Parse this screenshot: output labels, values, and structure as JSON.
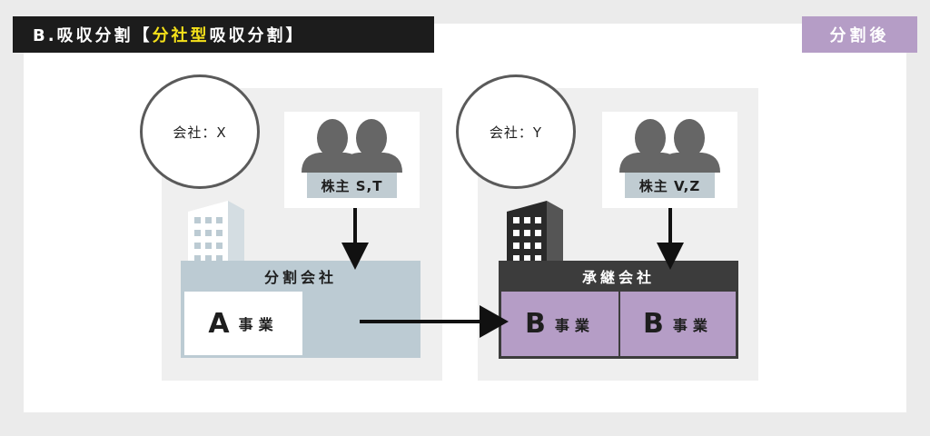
{
  "title": {
    "prefix": "B.吸収分割【",
    "highlight": "分社型",
    "suffix": "吸収分割】"
  },
  "after_tag": "分割後",
  "colors": {
    "background": "#ebebeb",
    "title_bar": "#1c1c1c",
    "highlight": "#f5e11a",
    "after_tag": "#b59dc6",
    "splitting_company": "#bccbd3",
    "successor_header": "#3c3c3c",
    "successor_business": "#b59dc6"
  },
  "company_x": {
    "name": "会社：X",
    "shareholders": "株主 S,T",
    "company_type": "分割会社",
    "business_letter": "A",
    "business_label": "事業"
  },
  "company_y": {
    "name": "会社：Y",
    "shareholders": "株主 V,Z",
    "company_type": "承継会社",
    "businesses": [
      {
        "letter": "B",
        "label": "事業"
      },
      {
        "letter": "B",
        "label": "事業"
      }
    ]
  },
  "icons": [
    "shareholders-icon",
    "building-icon",
    "arrow-down-icon",
    "arrow-right-icon"
  ]
}
